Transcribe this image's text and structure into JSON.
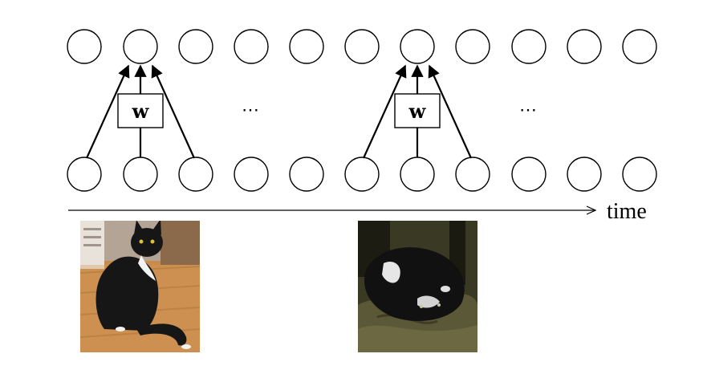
{
  "diagram": {
    "kernel_label": "w",
    "ellipsis": "⋯",
    "time_label": "time",
    "nodes_per_row": 11,
    "kernel_blocks": [
      {
        "center_index": 1
      },
      {
        "center_index": 6
      }
    ],
    "photos": [
      {
        "description": "cat-sitting-photo",
        "colors": {
          "floor": "#c88a4a",
          "cat": "#141414",
          "white": "#f2f2f2"
        }
      },
      {
        "description": "cat-lying-photo",
        "colors": {
          "bg": "#3b3a24",
          "cat": "#101010",
          "white": "#e8e8e8"
        }
      }
    ]
  }
}
